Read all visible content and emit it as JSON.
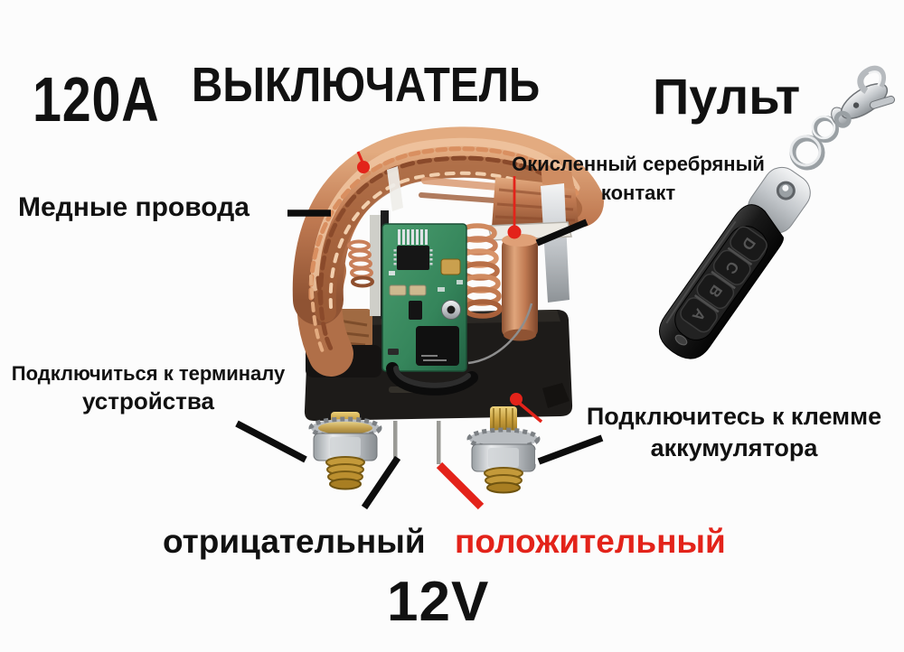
{
  "header": {
    "amperage": "120A",
    "switch_title": "ВЫКЛЮЧАТЕЛЬ",
    "remote_title": "Пульт"
  },
  "callouts": {
    "copper_wires": "Медные провода",
    "oxidized_contact_line1": "Окисленный серебряный",
    "oxidized_contact_line2": "контакт",
    "device_terminal_line1": "Подключиться к терминалу",
    "device_terminal_line2": "устройства",
    "battery_terminal_line1": "Подключитесь к клемме",
    "battery_terminal_line2": "аккумулятора",
    "negative": "отрицательный",
    "positive": "положительный",
    "voltage": "12V"
  },
  "remote": {
    "buttons": [
      "D",
      "C",
      "B",
      "A"
    ]
  },
  "colors": {
    "positive_red": "#e3231a",
    "text_black": "#111111",
    "copper": "#c07a52",
    "pcb_green": "#35855b",
    "base_black": "#1d1b19",
    "silver": "#d9dbdd",
    "brass": "#c49a3a"
  }
}
